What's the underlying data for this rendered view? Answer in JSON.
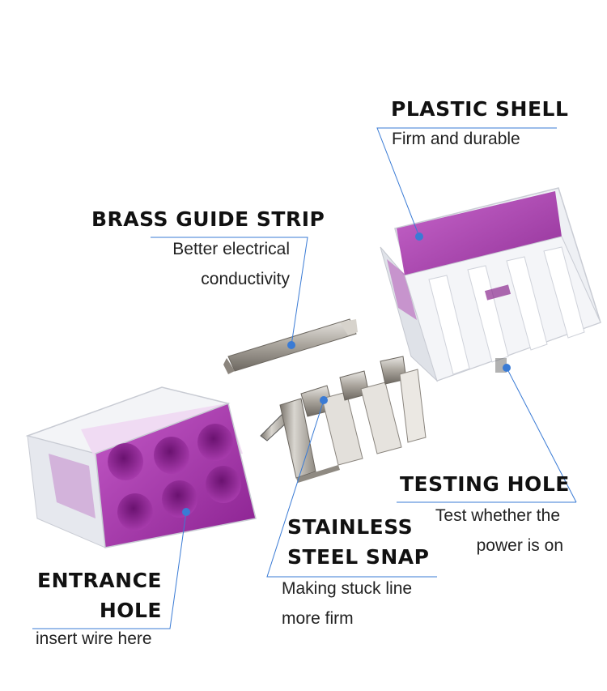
{
  "callouts": {
    "plastic_shell": {
      "title": "PLASTIC SHELL",
      "desc": "Firm and durable"
    },
    "brass_guide_strip": {
      "title": "BRASS GUIDE STRIP",
      "desc_line1": "Better electrical",
      "desc_line2": "conductivity"
    },
    "testing_hole": {
      "title": "TESTING HOLE",
      "desc_line1": "Test whether the",
      "desc_line2": "power is on"
    },
    "stainless_steel_snap": {
      "title_line1": "STAINLESS",
      "title_line2": "STEEL SNAP",
      "desc_line1": "Making stuck line",
      "desc_line2": "more firm"
    },
    "entrance_hole": {
      "title_line1": "ENTRANCE",
      "title_line2": "HOLE",
      "desc": "insert wire here"
    }
  },
  "colors": {
    "leader_line": "#3a7bd5",
    "accent_purple": "#9b2f9f",
    "metal": "#b8b4ae"
  }
}
